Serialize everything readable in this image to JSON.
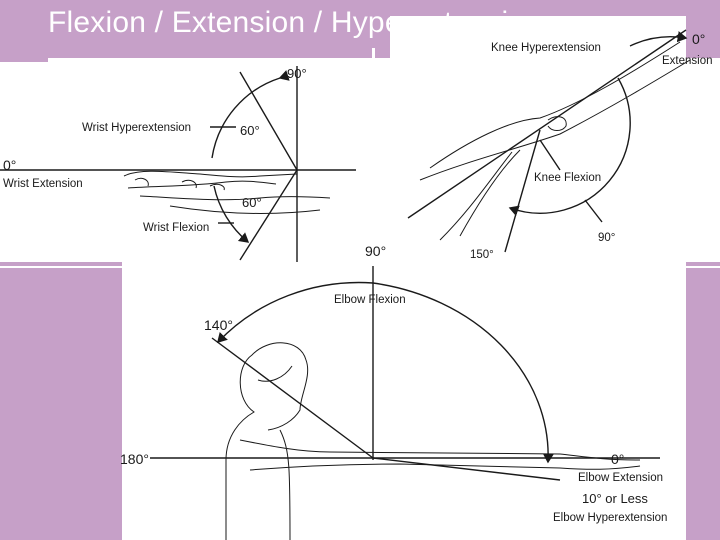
{
  "slide": {
    "title": "Flexion / Extension / Hyperextension",
    "colors": {
      "accent": "#c6a0c8",
      "panel": "#ffffff",
      "line": "#1a1a1a",
      "title": "#ffffff"
    }
  },
  "wrist_diagram": {
    "angle_top": "90°",
    "angle_hyper": "60°",
    "angle_flex": "60°",
    "angle_zero": "0°",
    "label_hyperextension": "Wrist Hyperextension",
    "label_extension": "Wrist Extension",
    "label_flexion": "Wrist Flexion"
  },
  "knee_diagram": {
    "angle_zero": "0°",
    "angle_90": "90°",
    "angle_150": "150°",
    "label_hyperextension": "Knee Hyperextension",
    "label_extension": "Extension",
    "label_flexion": "Knee Flexion"
  },
  "elbow_diagram": {
    "angle_90": "90°",
    "angle_140": "140°",
    "angle_180": "180°",
    "angle_zero": "0°",
    "angle_less": "10° or Less",
    "label_flexion": "Elbow Flexion",
    "label_extension": "Elbow Extension",
    "label_hyperextension": "Elbow Hyperextension"
  }
}
